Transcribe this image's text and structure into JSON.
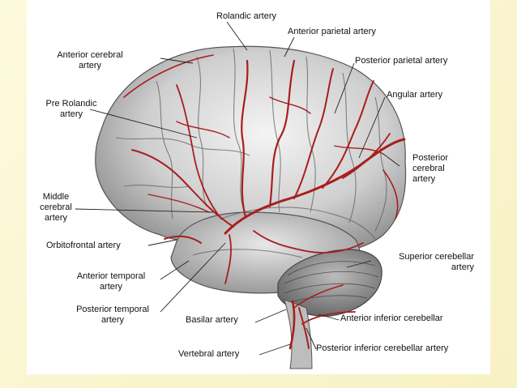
{
  "labels": {
    "rolandic": "Rolandic artery",
    "anterior_parietal": "Anterior parietal artery",
    "anterior_cerebral_1": "Anterior cerebral",
    "anterior_cerebral_2": "artery",
    "posterior_parietal": "Posterior parietal artery",
    "angular": "Angular artery",
    "prerolandic_1": "Pre Rolandic",
    "prerolandic_2": "artery",
    "posterior_cerebral_1": "Posterior",
    "posterior_cerebral_2": "cerebral",
    "posterior_cerebral_3": "artery",
    "middle_cerebral_1": "Middle",
    "middle_cerebral_2": "cerebral",
    "middle_cerebral_3": "artery",
    "orbitofrontal": "Orbitofrontal artery",
    "superior_cerebellar_1": "Superior cerebellar",
    "superior_cerebellar_2": "artery",
    "anterior_temporal_1": "Anterior temporal",
    "anterior_temporal_2": "artery",
    "posterior_temporal_1": "Posterior temporal",
    "posterior_temporal_2": "artery",
    "basilar": "Basilar artery",
    "anterior_inferior_cerebellar": "Anterior inferior cerebellar",
    "vertebral": "Vertebral artery",
    "posterior_inferior_cerebellar": "Posterior inferior cerebellar artery"
  },
  "colors": {
    "background": "#fbf7d4",
    "artery": "#a81e1e",
    "brain_light": "#e6e6e6",
    "brain_dark": "#8a8a8a"
  }
}
